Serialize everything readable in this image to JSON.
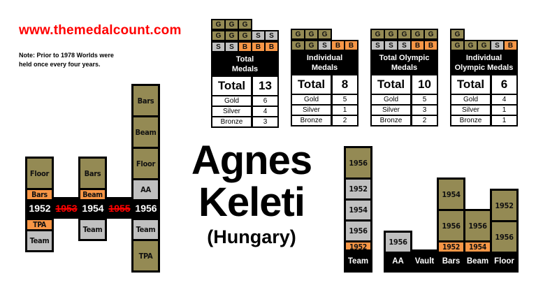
{
  "site": "www.themedalcount.com",
  "note": "Note: Prior to 1978 Worlds were held once every four years.",
  "athlete": {
    "first": "Agnes",
    "last": "Keleti",
    "country": "(Hungary)"
  },
  "colors": {
    "gold": "#948A54",
    "silver": "#C0C0C0",
    "bronze": "#F79646"
  },
  "timeline": [
    {
      "year": "1952",
      "held": true,
      "above": [
        {
          "label": "Floor",
          "medal": "gold"
        },
        {
          "label": "Bars",
          "medal": "bronze"
        }
      ],
      "below": [
        {
          "label": "TPA",
          "medal": "bronze"
        },
        {
          "label": "Team",
          "medal": "silver"
        }
      ]
    },
    {
      "year": "1953",
      "held": false,
      "above": [],
      "below": []
    },
    {
      "year": "1954",
      "held": true,
      "above": [
        {
          "label": "Bars",
          "medal": "gold"
        },
        {
          "label": "Beam",
          "medal": "bronze"
        }
      ],
      "below": [
        {
          "label": "Team",
          "medal": "silver"
        }
      ]
    },
    {
      "year": "1955",
      "held": false,
      "above": [],
      "below": []
    },
    {
      "year": "1956",
      "held": true,
      "above": [
        {
          "label": "Bars",
          "medal": "gold"
        },
        {
          "label": "Beam",
          "medal": "gold"
        },
        {
          "label": "Floor",
          "medal": "gold"
        },
        {
          "label": "AA",
          "medal": "silver"
        }
      ],
      "below": [
        {
          "label": "Team",
          "medal": "silver"
        },
        {
          "label": "TPA",
          "medal": "gold"
        }
      ]
    }
  ],
  "summary_cards": [
    {
      "title_lines": [
        "Total",
        "Medals"
      ],
      "token_rows": [
        [
          "G",
          "G",
          "G"
        ],
        [
          "G",
          "G",
          "G",
          "S",
          "S"
        ],
        [
          "S",
          "S",
          "B",
          "B",
          "B"
        ]
      ],
      "total_label": "Total",
      "total": "13",
      "rows": [
        {
          "label": "Gold",
          "value": "6"
        },
        {
          "label": "Silver",
          "value": "4"
        },
        {
          "label": "Bronze",
          "value": "3"
        }
      ]
    },
    {
      "title_lines": [
        "Individual",
        "Medals"
      ],
      "token_rows": [
        [
          "G",
          "G",
          "G"
        ],
        [
          "G",
          "G",
          "S",
          "B",
          "B"
        ]
      ],
      "total_label": "Total",
      "total": "8",
      "rows": [
        {
          "label": "Gold",
          "value": "5"
        },
        {
          "label": "Silver",
          "value": "1"
        },
        {
          "label": "Bronze",
          "value": "2"
        }
      ]
    },
    {
      "title_lines": [
        "Total Olympic",
        "Medals"
      ],
      "token_rows": [
        [
          "G",
          "G",
          "G",
          "G",
          "G"
        ],
        [
          "S",
          "S",
          "S",
          "B",
          "B"
        ]
      ],
      "total_label": "Total",
      "total": "10",
      "rows": [
        {
          "label": "Gold",
          "value": "5"
        },
        {
          "label": "Silver",
          "value": "3"
        },
        {
          "label": "Bronze",
          "value": "2"
        }
      ]
    },
    {
      "title_lines": [
        "Individual",
        "Olympic Medals"
      ],
      "token_rows": [
        [
          "G"
        ],
        [
          "G",
          "G",
          "G",
          "S",
          "B"
        ]
      ],
      "total_label": "Total",
      "total": "6",
      "rows": [
        {
          "label": "Gold",
          "value": "4"
        },
        {
          "label": "Silver",
          "value": "1"
        },
        {
          "label": "Bronze",
          "value": "1"
        }
      ]
    }
  ],
  "team_column": {
    "label": "Team",
    "medals": [
      {
        "label": "1956",
        "medal": "gold"
      },
      {
        "label": "1952",
        "medal": "silver"
      },
      {
        "label": "1954",
        "medal": "silver"
      },
      {
        "label": "1956",
        "medal": "silver"
      },
      {
        "label": "1952",
        "medal": "bronze"
      }
    ]
  },
  "apparatus": [
    {
      "label": "AA",
      "medals": [
        {
          "label": "1956",
          "medal": "silver"
        }
      ]
    },
    {
      "label": "Vault",
      "medals": []
    },
    {
      "label": "Bars",
      "medals": [
        {
          "label": "1954",
          "medal": "gold"
        },
        {
          "label": "1956",
          "medal": "gold"
        },
        {
          "label": "1952",
          "medal": "bronze"
        }
      ]
    },
    {
      "label": "Beam",
      "medals": [
        {
          "label": "1956",
          "medal": "gold"
        },
        {
          "label": "1954",
          "medal": "bronze"
        }
      ]
    },
    {
      "label": "Floor",
      "medals": [
        {
          "label": "1952",
          "medal": "gold"
        },
        {
          "label": "1956",
          "medal": "gold"
        }
      ]
    }
  ]
}
